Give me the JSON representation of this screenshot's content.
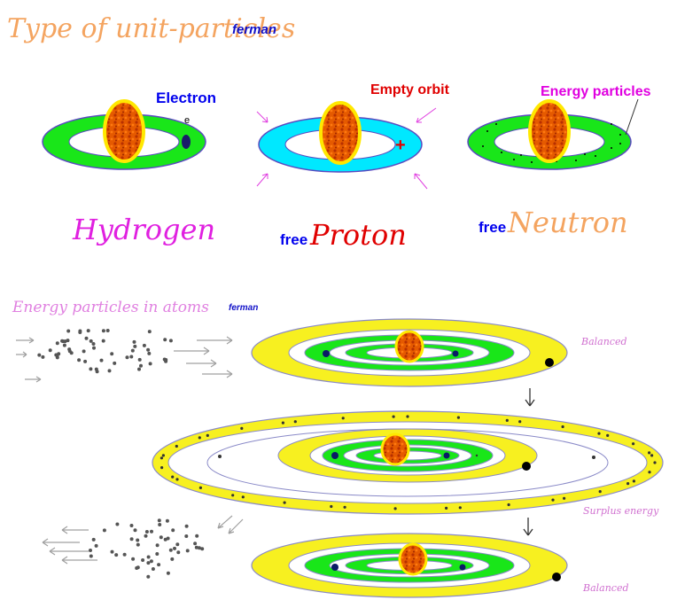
{
  "top_section": {
    "title": "Type of unit-particles",
    "author": "ferman",
    "labels": {
      "electron": "Electron",
      "electron_symbol": "e",
      "empty_orbit": "Empty orbit",
      "plus_sign": "+",
      "energy_particles": "Energy particles",
      "hydrogen": "Hydrogen",
      "free_proton_prefix": "free",
      "free_proton_name": "Proton",
      "free_neutron_prefix": "free",
      "free_neutron_name": "Neutron"
    }
  },
  "bottom_section": {
    "title": "Energy particles in atoms",
    "author": "ferman",
    "states": {
      "balanced_top": "Balanced",
      "surplus": "Surplus energy",
      "balanced_bottom": "Balanced"
    }
  },
  "colors": {
    "title_orange": "#f4a460",
    "author_blue": "#1010c8",
    "electron_blue": "#0000ee",
    "empty_orbit_red": "#e00000",
    "energy_magenta": "#e000e0",
    "hydrogen_magenta": "#e020e0",
    "proton_red": "#e00000",
    "neutron_orange": "#f4a460",
    "ring_green": "#19e619",
    "ring_cyan": "#00e8ff",
    "ring_yellow": "#f7f020",
    "ring_outline": "#8a8ac8",
    "nucleus_orange": "#e65c00",
    "nucleus_glow": "#ffe800",
    "state_label": "#d070d0"
  }
}
